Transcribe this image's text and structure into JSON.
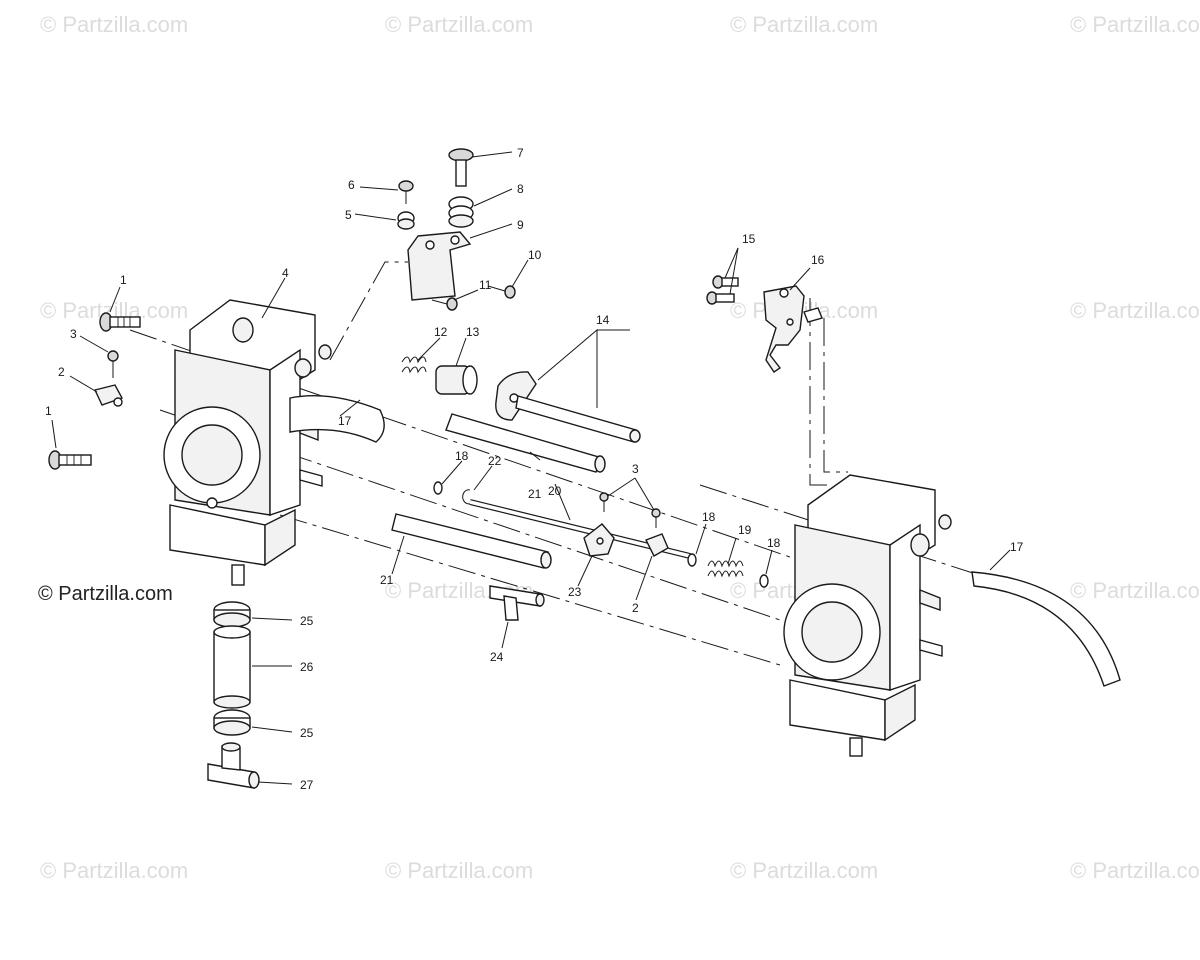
{
  "watermark": {
    "text": "© Partzilla.com"
  },
  "brand": {
    "text": "© Partzilla.com"
  },
  "callouts": {
    "c1a": "1",
    "c1b": "1",
    "c2a": "2",
    "c2b": "2",
    "c3a": "3",
    "c3b": "3",
    "c4": "4",
    "c5": "5",
    "c6": "6",
    "c7": "7",
    "c8": "8",
    "c9": "9",
    "c10": "10",
    "c11": "11",
    "c12": "12",
    "c13": "13",
    "c14": "14",
    "c15": "15",
    "c16": "16",
    "c17a": "17",
    "c17b": "17",
    "c18a": "18",
    "c18b": "18",
    "c18c": "18",
    "c19": "19",
    "c20": "20",
    "c21a": "21",
    "c21b": "21",
    "c22": "22",
    "c23": "23",
    "c24": "24",
    "c25a": "25",
    "c25b": "25",
    "c26": "26",
    "c27": "27"
  }
}
